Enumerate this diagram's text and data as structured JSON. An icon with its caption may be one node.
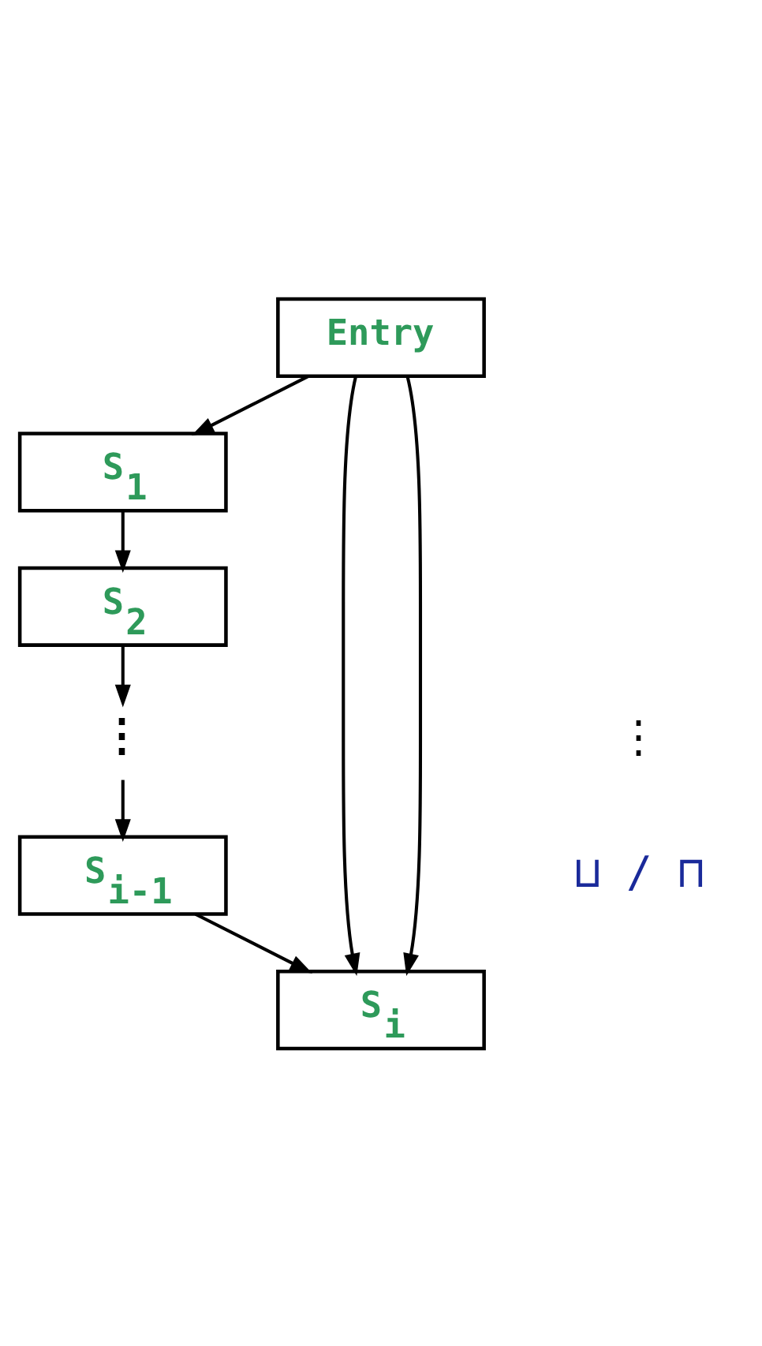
{
  "diagram": {
    "nodes": [
      {
        "text": [
          "Entry"
        ]
      },
      {
        "text": [
          "S$_{1}$"
        ]
      },
      {
        "text": [
          "S$_{2}$"
        ]
      },
      {
        "text": [
          "⋮"
        ]
      },
      {
        "text": [
          "S$_{i-1}$"
        ]
      },
      {
        "text": [
          "S$_{i}$"
        ]
      }
    ],
    "edges": [
      {
        "from": 0,
        "to": 1,
        "arrow": "to"
      },
      {
        "from": 1,
        "to": 2,
        "arrow": "to"
      },
      {
        "from": 2,
        "to": 3,
        "arrow": "to"
      },
      {
        "from": 3,
        "to": 4,
        "arrow": "to"
      },
      {
        "from": 4,
        "to": 5,
        "arrow": "to"
      },
      {
        "from": 0,
        "to": 5,
        "arrow": "to"
      },
      {
        "from": 0,
        "to": 5,
        "arrow": "to"
      }
    ],
    "labels": [
      "⋮",
      "⊔ / ⊓"
    ]
  }
}
